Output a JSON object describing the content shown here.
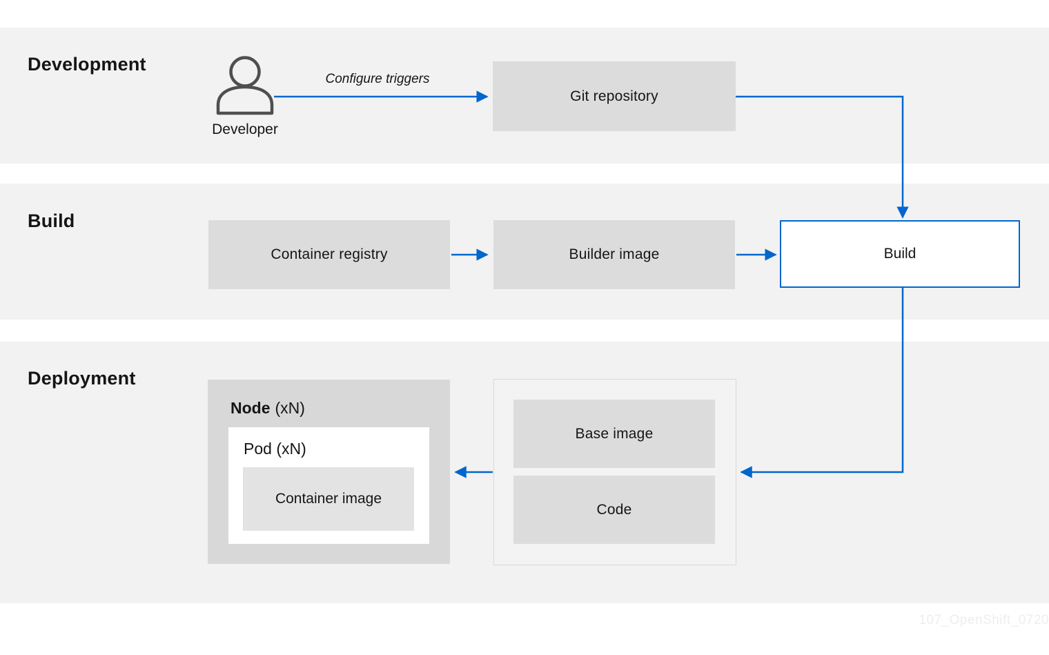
{
  "development_band": {
    "label": "Development",
    "developer_label": "Developer",
    "arrow_label": "Configure triggers",
    "git_repository_label": "Git repository"
  },
  "build_band": {
    "label": "Build",
    "container_registry_label": "Container registry",
    "builder_image_label": "Builder image",
    "build_label": "Build"
  },
  "deployment_band": {
    "label": "Deployment",
    "node_name": "Node",
    "node_multiplier": "(xN)",
    "pod_label": "Pod (xN)",
    "container_image_label": "Container image",
    "base_image_label": "Base image",
    "code_label": "Code"
  },
  "watermark": "107_OpenShift_0720",
  "colors": {
    "accent_blue": "#0066cc",
    "band_background": "#f2f2f2",
    "box_gray": "#dcdcdc",
    "node_gray": "#d8d8d8",
    "container_image_gray": "#e3e3e3",
    "build_box_background": "#ffffff",
    "text": "#151515",
    "watermark_text": "#eeeeee",
    "person_icon_stroke": "#4f4f4f"
  }
}
